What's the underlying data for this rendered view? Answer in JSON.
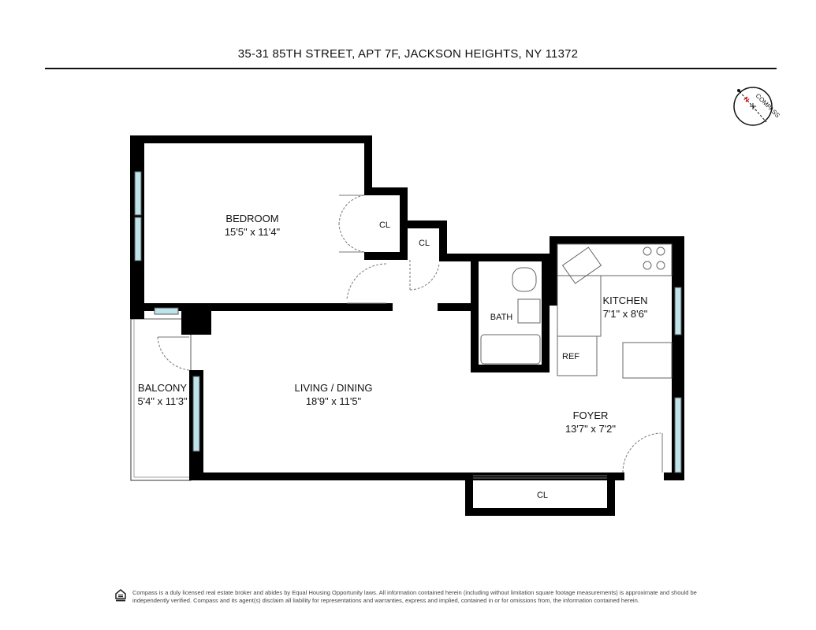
{
  "header": {
    "address": "35-31 85TH STREET, APT 7F, JACKSON HEIGHTS, NY 11372"
  },
  "compass": {
    "label": "COMPASS",
    "north": "N"
  },
  "rooms": [
    {
      "name": "BEDROOM",
      "dims": "15'5\" x 11'4\""
    },
    {
      "name": "LIVING / DINING",
      "dims": "18'9\" x 11'5\""
    },
    {
      "name": "KITCHEN",
      "dims": "7'1\" x 8'6\""
    },
    {
      "name": "FOYER",
      "dims": "13'7\" x 7'2\""
    },
    {
      "name": "BALCONY",
      "dims": "5'4\" x 11'3\""
    }
  ],
  "small_labels": {
    "cl1": "CL",
    "cl2": "CL",
    "cl3": "CL",
    "bath": "BATH",
    "ref": "REF"
  },
  "footer": {
    "disclaimer": "Compass is a duly licensed real estate broker and abides by Equal Housing Opportunity laws. All information contained herein (including without limitation square footage measurements) is approximate and should be independently verified. Compass and its agent(s) disclaim all liability for representations and warranties, express and implied, contained in or for omissions from, the information contained herein.",
    "eho_icon": "equal-housing-icon"
  },
  "colors": {
    "wall": "#000000",
    "window": "#bfe3ea",
    "north": "#e00000"
  }
}
